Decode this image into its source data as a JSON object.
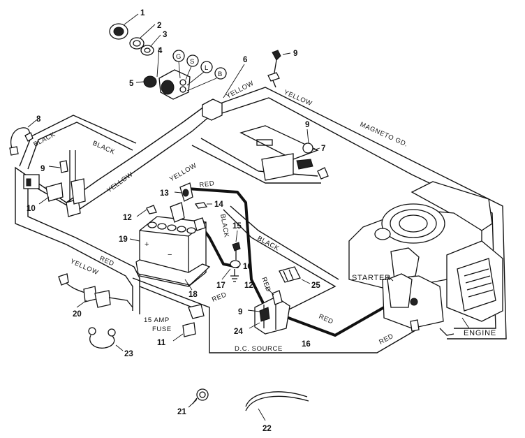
{
  "labels": {
    "yellow": "YELLOW",
    "black": "BLACK",
    "red": "RED",
    "magneto": "MAGNETO GD.",
    "starter": "STARTER",
    "engine": "ENGINE",
    "dc_source": "D.C. SOURCE",
    "fuse_line1": "15 AMP",
    "fuse_line2": "FUSE",
    "plus": "+",
    "minus": "−",
    "switch_g": "G",
    "switch_s": "S",
    "switch_l": "L",
    "switch_b": "B"
  },
  "callouts": {
    "n1": "1",
    "n2": "2",
    "n3": "3",
    "n4": "4",
    "n5": "5",
    "n6": "6",
    "n7": "7",
    "n8": "8",
    "n9a": "9",
    "n9b": "9",
    "n9c": "9",
    "n9d": "9",
    "n10": "10",
    "n11": "11",
    "n12a": "12",
    "n12b": "12",
    "n13": "13",
    "n14": "14",
    "n15": "15",
    "n16a": "16",
    "n16b": "16",
    "n17": "17",
    "n18": "18",
    "n19": "19",
    "n20": "20",
    "n21": "21",
    "n22": "22",
    "n23": "23",
    "n24": "24",
    "n25": "25"
  }
}
